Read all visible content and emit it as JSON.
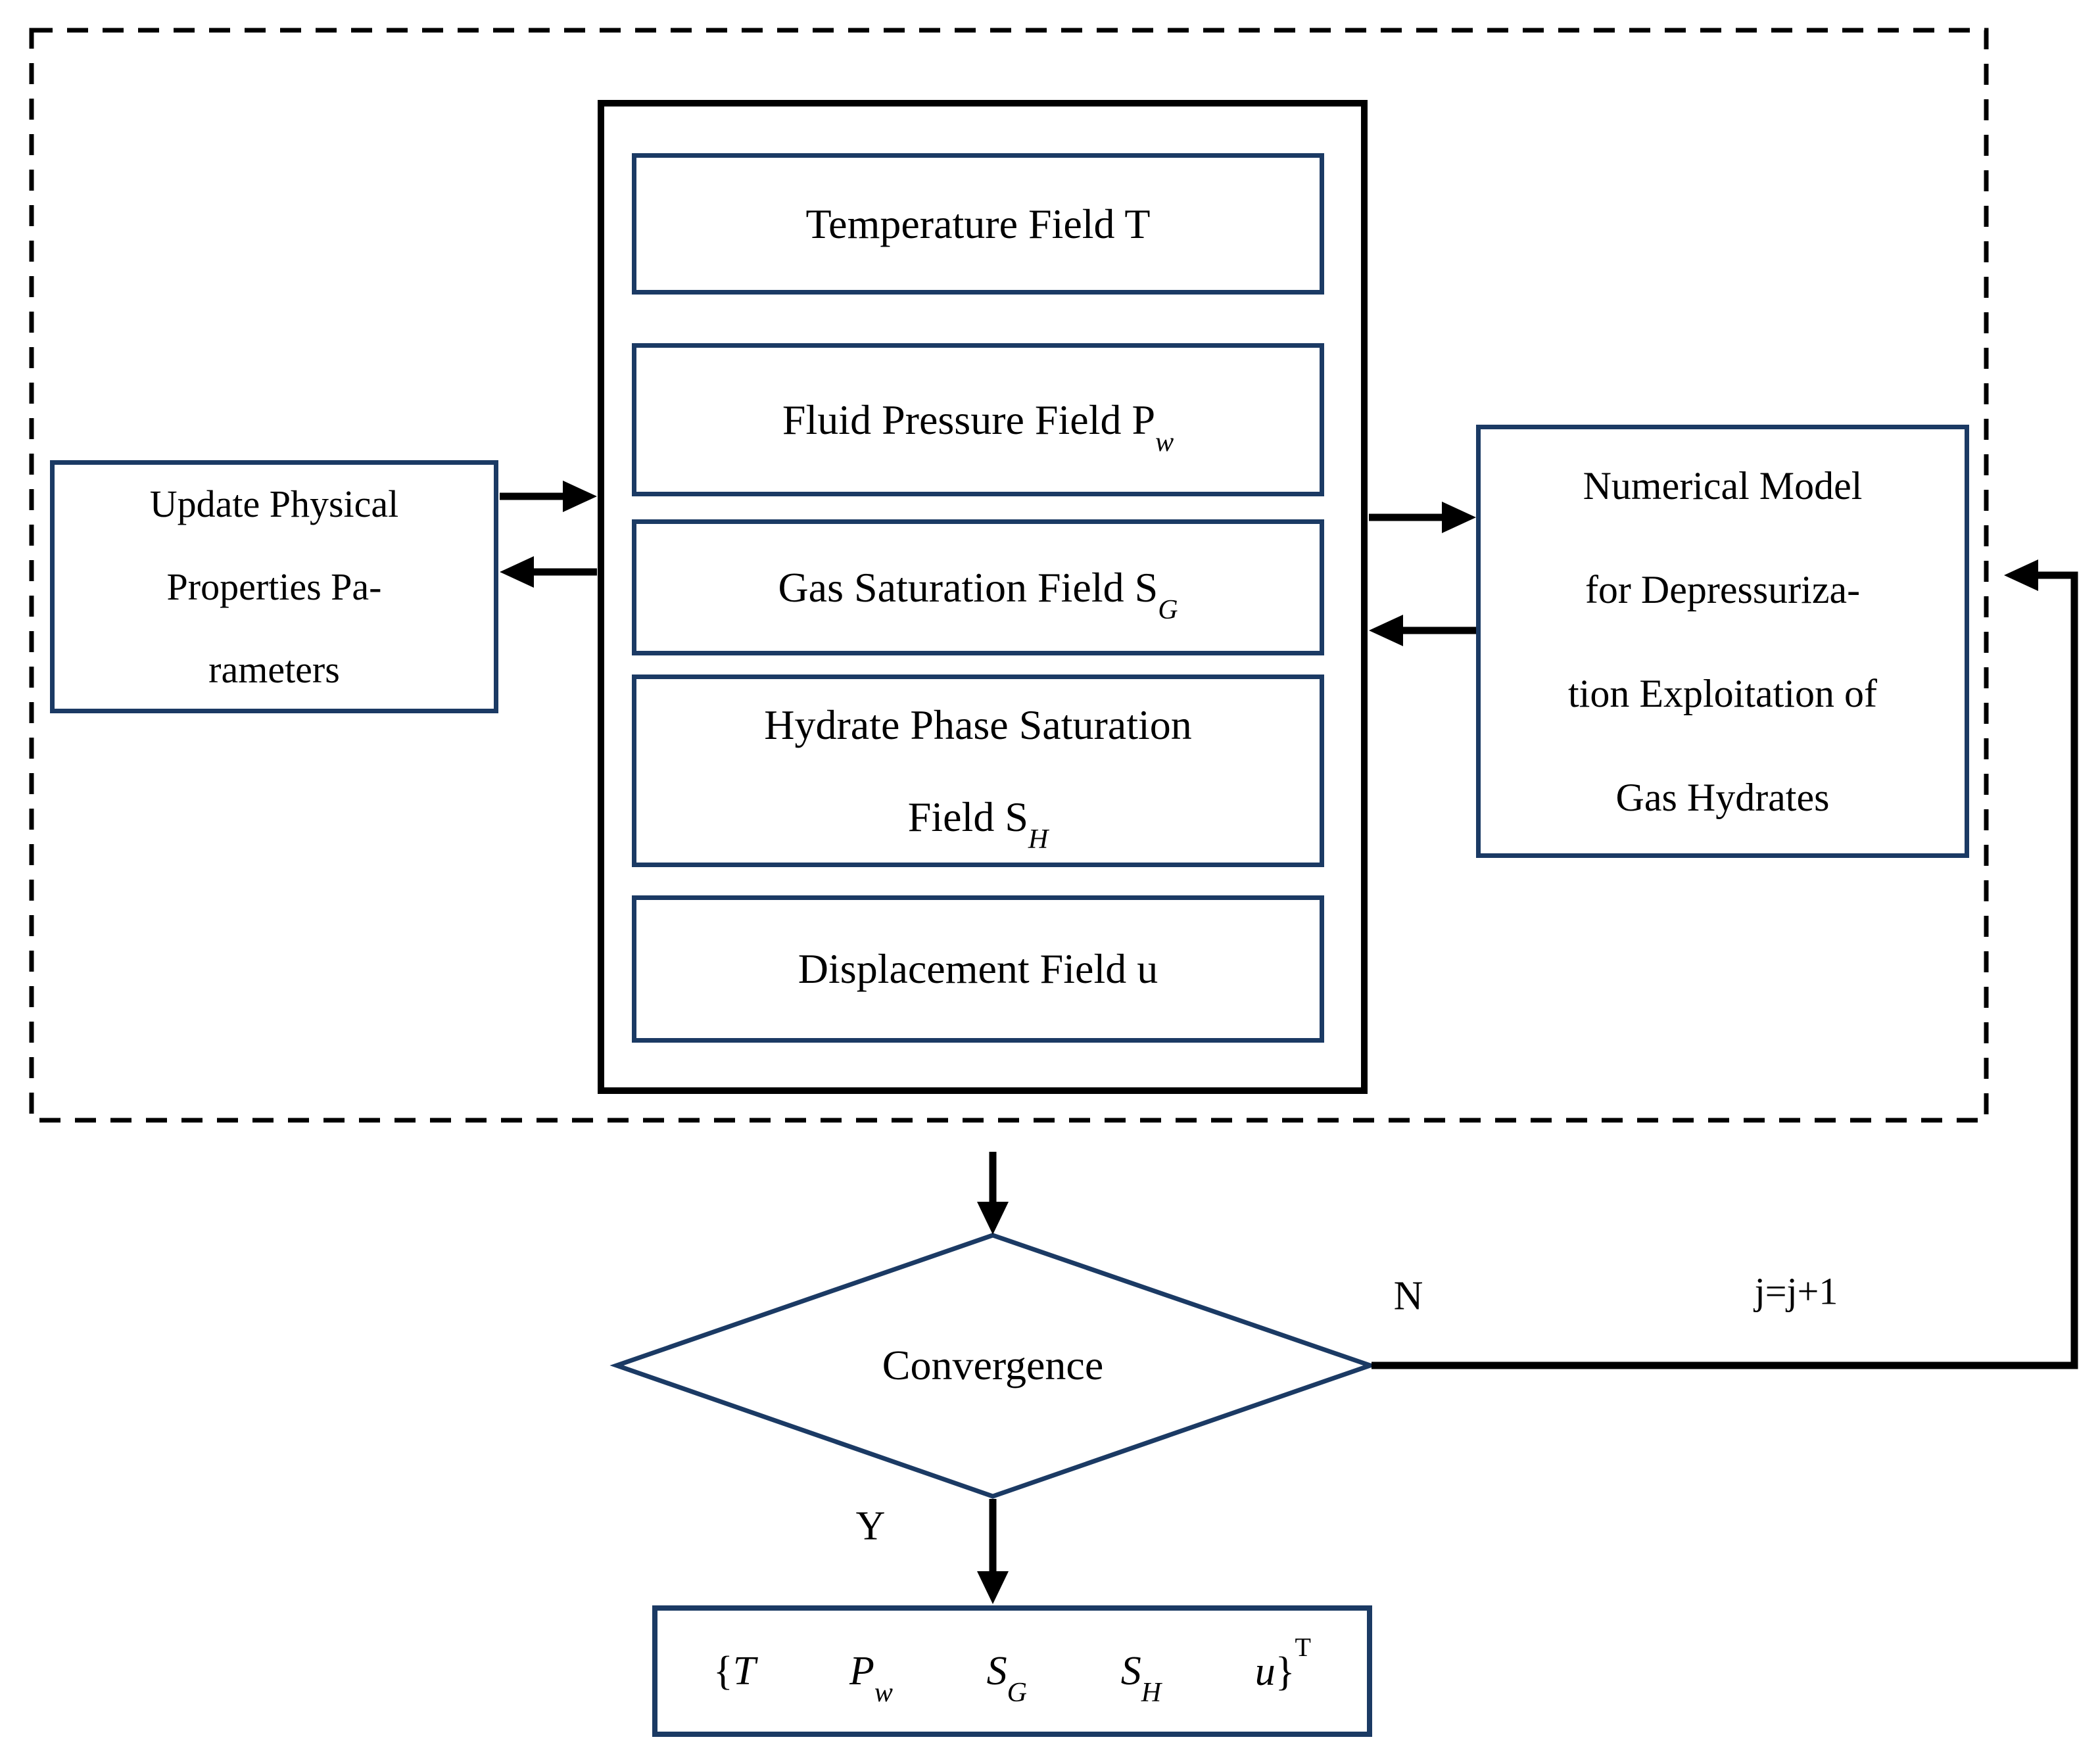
{
  "diagram": {
    "colors": {
      "box_border": "#1b3a64",
      "connector": "#000000",
      "background": "#ffffff"
    },
    "left_box": {
      "lines": [
        "Update Physical",
        "Properties Pa-",
        "rameters"
      ]
    },
    "field_stack": {
      "temperature": {
        "text": "Temperature Field T"
      },
      "fluid_pressure": {
        "text": "Fluid Pressure Field P",
        "sub": "w"
      },
      "gas_saturation": {
        "text": "Gas Saturation Field S",
        "sub": "G"
      },
      "hydrate_saturation": {
        "line1": "Hydrate Phase Saturation",
        "line2": "Field S",
        "sub": "H"
      },
      "displacement": {
        "text": "Displacement Field u"
      }
    },
    "right_box": {
      "lines": [
        "Numerical Model",
        "for Depressuriza-",
        "tion Exploitation of",
        "Gas Hydrates"
      ]
    },
    "decision": {
      "label": "Convergence"
    },
    "labels": {
      "no_branch": "N",
      "yes_branch": "Y",
      "iteration": "j=j+1"
    },
    "result_box": {
      "t0": {
        "brace": "{",
        "base": "T"
      },
      "t1": {
        "base": "P",
        "sub": "w"
      },
      "t2": {
        "base": "S",
        "sub": "G"
      },
      "t3": {
        "base": "S",
        "sub": "H"
      },
      "t4": {
        "base": "u",
        "brace": "}",
        "sup": "T"
      }
    }
  }
}
